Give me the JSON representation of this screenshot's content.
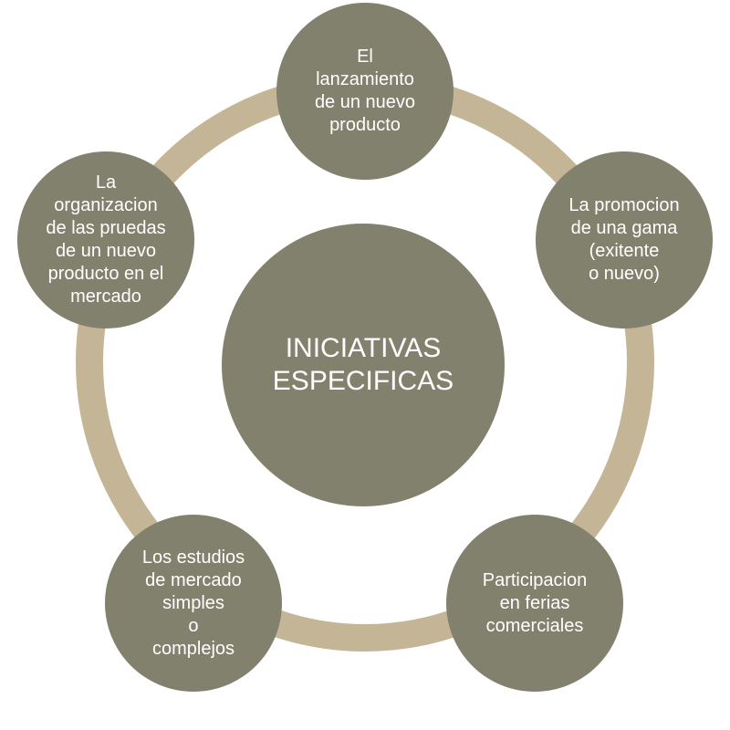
{
  "center": {
    "label": "INICIATIVAS\nESPECIFICAS"
  },
  "nodes": [
    {
      "label": "El\nlanzamiento\nde un nuevo\nproducto"
    },
    {
      "label": "La promocion\nde una gama\n(exitente\no nuevo)"
    },
    {
      "label": "Participacion\nen ferias\ncomerciales"
    },
    {
      "label": "Los estudios\nde mercado\nsimples\no\ncomplejos"
    },
    {
      "label": "La\norganizacion\nde las pruedas\nde un nuevo\nproducto en el\nmercado"
    }
  ],
  "colors": {
    "ring": "#c4b597",
    "circle": "#82816d",
    "text": "#ffffff"
  }
}
